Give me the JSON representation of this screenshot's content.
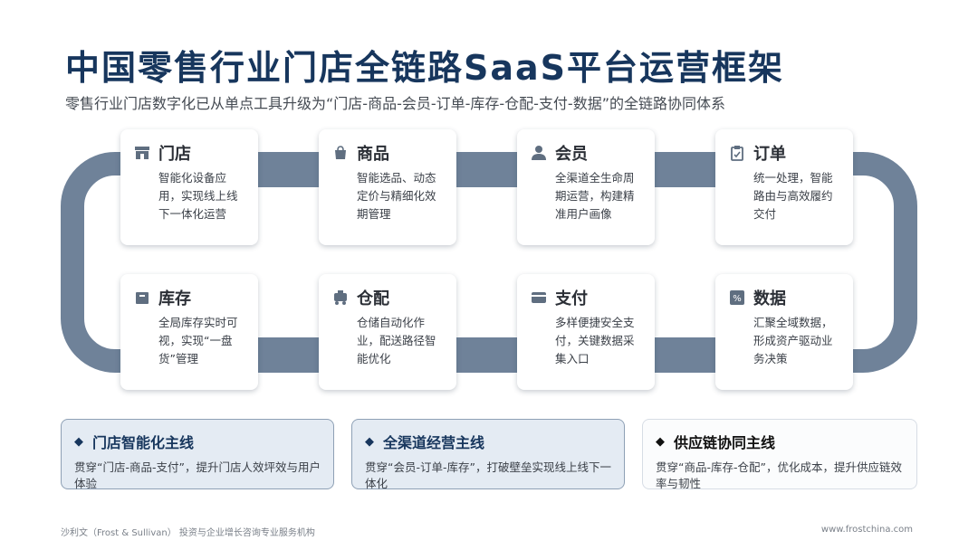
{
  "header": {
    "title": "中国零售行业门店全链路SaaS平台运营框架",
    "subtitle": "零售行业门店数字化已从单点工具升级为“门店-商品-会员-订单-库存-仓配-支付-数据”的全链路协同体系"
  },
  "nodes": [
    {
      "title": "门店",
      "desc": "智能化设备应用，实现线上线下一体化运营",
      "icon": "store-icon"
    },
    {
      "title": "商品",
      "desc": "智能选品、动态定价与精细化效期管理",
      "icon": "bag-icon"
    },
    {
      "title": "会员",
      "desc": "全渠道全生命周期运营，构建精准用户画像",
      "icon": "user-icon"
    },
    {
      "title": "订单",
      "desc": "统一处理，智能路由与高效履约交付",
      "icon": "clipboard-icon"
    },
    {
      "title": "库存",
      "desc": "全局库存实时可视，实现“一盘货”管理",
      "icon": "box-icon"
    },
    {
      "title": "仓配",
      "desc": "仓储自动化作业，配送路径智能优化",
      "icon": "cart-icon"
    },
    {
      "title": "支付",
      "desc": "多样便捷安全支付，关键数据采集入口",
      "icon": "card-icon"
    },
    {
      "title": "数据",
      "desc": "汇聚全域数据，形成资产驱动业务决策",
      "icon": "percent-icon"
    }
  ],
  "lines": [
    {
      "title": "门店智能化主线",
      "desc": "贯穿“门店-商品-支付”，提升门店人效坪效与用户体验"
    },
    {
      "title": "全渠道经营主线",
      "desc": "贯穿“会员-订单-库存”，打破壁垒实现线上线下一体化"
    },
    {
      "title": "供应链协同主线",
      "desc": "贯穿“商品-库存-仓配”，优化成本，提升供应链效率与韧性"
    }
  ],
  "footer": {
    "source": "沙利文（Frost & Sullivan） 投资与企业增长咨询专业服务机构",
    "website": "www.frostchina.com"
  },
  "colors": {
    "title": "#17365d",
    "connector": "#6f8299",
    "highlight_box": "#e4ebf3"
  }
}
